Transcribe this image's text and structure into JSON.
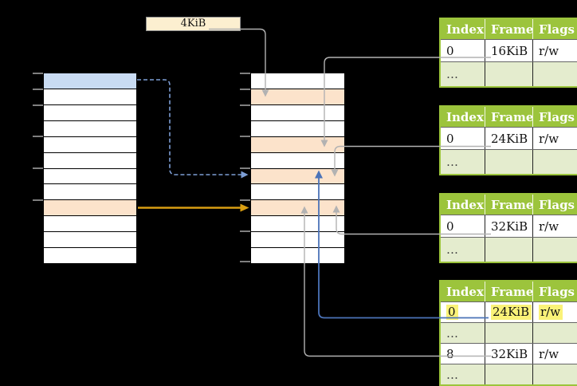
{
  "size_label": {
    "text": "4KiB"
  },
  "colors": {
    "table_header_green": "#9CC43C",
    "row_light_green": "#E4ECCE",
    "page_peach": "#FCE3CB",
    "page_blue": "#C9DCF3",
    "hl_yellow": "#FAF278",
    "label_cream": "#FCEFD0",
    "arrow_gray": "#B2B2B2",
    "arrow_blue": "#4B73B8",
    "arrow_blue_light": "#7C9DD4",
    "arrow_orange": "#D89E12",
    "tick_gray": "#7f7f7f"
  },
  "memory_columns": {
    "virtual": {
      "row_count": 12,
      "highlighted_rows": [
        {
          "row": 0,
          "color": "page_blue"
        },
        {
          "row": 8,
          "color": "page_peach"
        }
      ],
      "tick_rows": [
        0,
        1,
        2,
        4,
        6,
        8
      ]
    },
    "physical": {
      "row_count": 12,
      "highlighted_rows": [
        {
          "row": 1,
          "color": "page_peach"
        },
        {
          "row": 4,
          "color": "page_peach"
        },
        {
          "row": 6,
          "color": "page_peach"
        },
        {
          "row": 8,
          "color": "page_peach"
        }
      ],
      "tick_rows": [
        0,
        1,
        2,
        4,
        6,
        8,
        10,
        12
      ]
    }
  },
  "page_tables": [
    {
      "name": "page-table-1",
      "header": [
        "Index",
        "Frame",
        "Flags"
      ],
      "rows": [
        {
          "cells": [
            "0",
            "16KiB",
            "r/w"
          ]
        },
        {
          "cells": [
            "…",
            "",
            ""
          ],
          "shaded": true
        }
      ]
    },
    {
      "name": "page-table-2",
      "header": [
        "Index",
        "Frame",
        "Flags"
      ],
      "rows": [
        {
          "cells": [
            "0",
            "24KiB",
            "r/w"
          ]
        },
        {
          "cells": [
            "…",
            "",
            ""
          ],
          "shaded": true
        }
      ]
    },
    {
      "name": "page-table-3",
      "header": [
        "Index",
        "Frame",
        "Flags"
      ],
      "rows": [
        {
          "cells": [
            "0",
            "32KiB",
            "r/w"
          ]
        },
        {
          "cells": [
            "…",
            "",
            ""
          ],
          "shaded": true
        }
      ]
    },
    {
      "name": "page-table-4",
      "header": [
        "Index",
        "Frame",
        "Flags"
      ],
      "rows": [
        {
          "cells": [
            "0",
            "24KiB",
            "r/w"
          ],
          "highlight": true
        },
        {
          "cells": [
            "…",
            "",
            ""
          ],
          "shaded": true
        },
        {
          "cells": [
            "8",
            "32KiB",
            "r/w"
          ]
        },
        {
          "cells": [
            "…",
            "",
            ""
          ],
          "shaded": true
        }
      ]
    }
  ],
  "arrows": [
    {
      "style": "gray",
      "from": "size-label-4kib",
      "to": "physical-row-1"
    },
    {
      "style": "gray",
      "from": "page-table-1-frame-16KiB",
      "to": "physical-row-4"
    },
    {
      "style": "gray",
      "from": "page-table-2-frame-24KiB",
      "to": "physical-row-6"
    },
    {
      "style": "gray",
      "from": "page-table-3-frame-32KiB",
      "to": "physical-row-8"
    },
    {
      "style": "blue",
      "from": "page-table-4-frame-24KiB",
      "to": "physical-row-6"
    },
    {
      "style": "gray",
      "from": "page-table-4-frame-32KiB",
      "to": "physical-row-8"
    },
    {
      "style": "dashed-blue",
      "from": "virtual-row-0",
      "to": "physical-row-6"
    },
    {
      "style": "orange",
      "from": "virtual-row-8",
      "to": "physical-row-8"
    }
  ]
}
